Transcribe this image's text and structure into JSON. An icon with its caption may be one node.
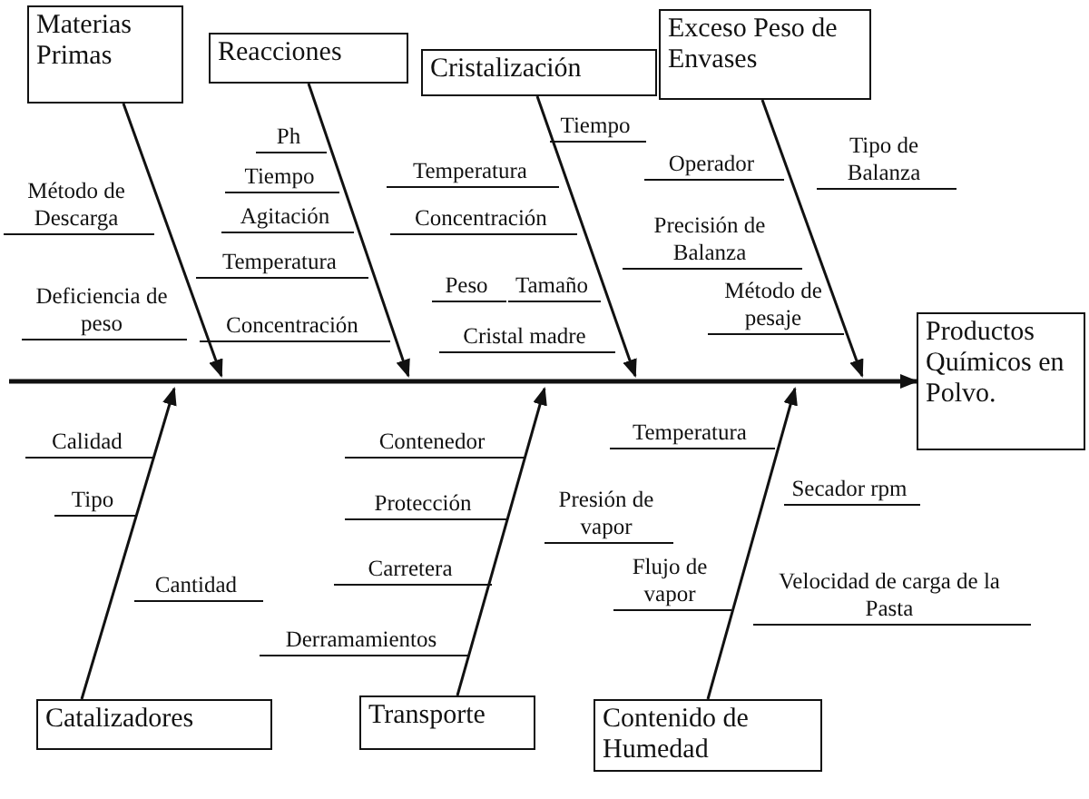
{
  "diagram": {
    "nodes": [
      {
        "text": [
          "Materias Primas"
        ]
      },
      {
        "text": [
          "Reacciones"
        ]
      },
      {
        "text": [
          "Cristalización"
        ]
      },
      {
        "text": [
          "Exceso Peso de Envases"
        ]
      },
      {
        "text": [
          "Productos Químicos en Polvo."
        ]
      },
      {
        "text": [
          "Catalizadores"
        ]
      },
      {
        "text": [
          "Transporte"
        ]
      },
      {
        "text": [
          "Contenido de Humedad"
        ]
      }
    ],
    "edges": [
      {
        "from": 0,
        "to": null,
        "arrow": "to"
      },
      {
        "from": 1,
        "to": null,
        "arrow": "to"
      },
      {
        "from": 2,
        "to": null,
        "arrow": "to"
      },
      {
        "from": 3,
        "to": null,
        "arrow": "to"
      },
      {
        "from": null,
        "to": 4,
        "arrow": "to"
      },
      {
        "from": 5,
        "to": null,
        "arrow": "to"
      },
      {
        "from": 6,
        "to": null,
        "arrow": "to"
      },
      {
        "from": 7,
        "to": null,
        "arrow": "to"
      }
    ],
    "labels": [
      "Método de Descarga",
      "Deficiencia de peso",
      "Ph",
      "Tiempo",
      "Agitación",
      "Temperatura",
      "Concentración",
      "Tiempo",
      "Temperatura",
      "Concentración",
      "Peso",
      "Tamaño",
      "Cristal madre",
      "Operador",
      "Tipo de Balanza",
      "Precisión de Balanza",
      "Método de pesaje",
      "Calidad",
      "Tipo",
      "Cantidad",
      "Contenedor",
      "Protección",
      "Carretera",
      "Derramamientos",
      "Temperatura",
      "Presión de vapor",
      "Flujo de vapor",
      "Secador rpm",
      "Velocidad de carga de la Pasta"
    ]
  }
}
